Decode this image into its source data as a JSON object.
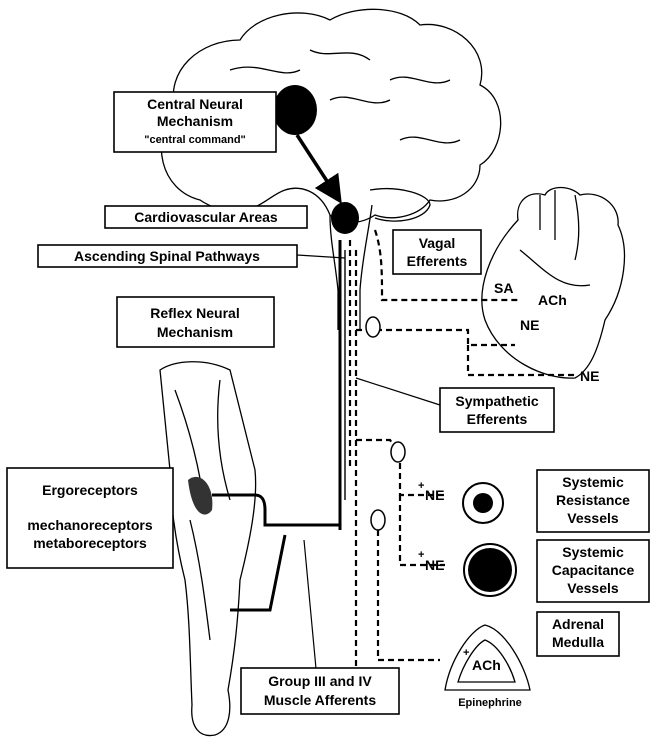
{
  "labels": {
    "central_1": "Central Neural",
    "central_2": "Mechanism",
    "central_3": "\"central command\"",
    "cardio_areas": "Cardiovascular Areas",
    "ascending": "Ascending Spinal Pathways",
    "vagal_1": "Vagal",
    "vagal_2": "Efferents",
    "reflex_1": "Reflex Neural",
    "reflex_2": "Mechanism",
    "sympathetic_1": "Sympathetic",
    "sympathetic_2": "Efferents",
    "ergo_1": "Ergoreceptors",
    "ergo_2": "mechanoreceptors",
    "ergo_3": "metaboreceptors",
    "sysres_1": "Systemic",
    "sysres_2": "Resistance",
    "sysres_3": "Vessels",
    "syscap_1": "Systemic",
    "syscap_2": "Capacitance",
    "syscap_3": "Vessels",
    "adrenal_1": "Adrenal",
    "adrenal_2": "Medulla",
    "group_1": "Group III and IV",
    "group_2": "Muscle Afferents",
    "sa": "SA",
    "ach_heart": "ACh",
    "ne_heart_1": "NE",
    "ne_heart_2": "NE",
    "ne_resist": "NE",
    "ne_capac": "NE",
    "ach_adrenal": "ACh",
    "epinephrine": "Epinephrine",
    "plus_1": "+",
    "plus_2": "+",
    "plus_3": "+"
  }
}
